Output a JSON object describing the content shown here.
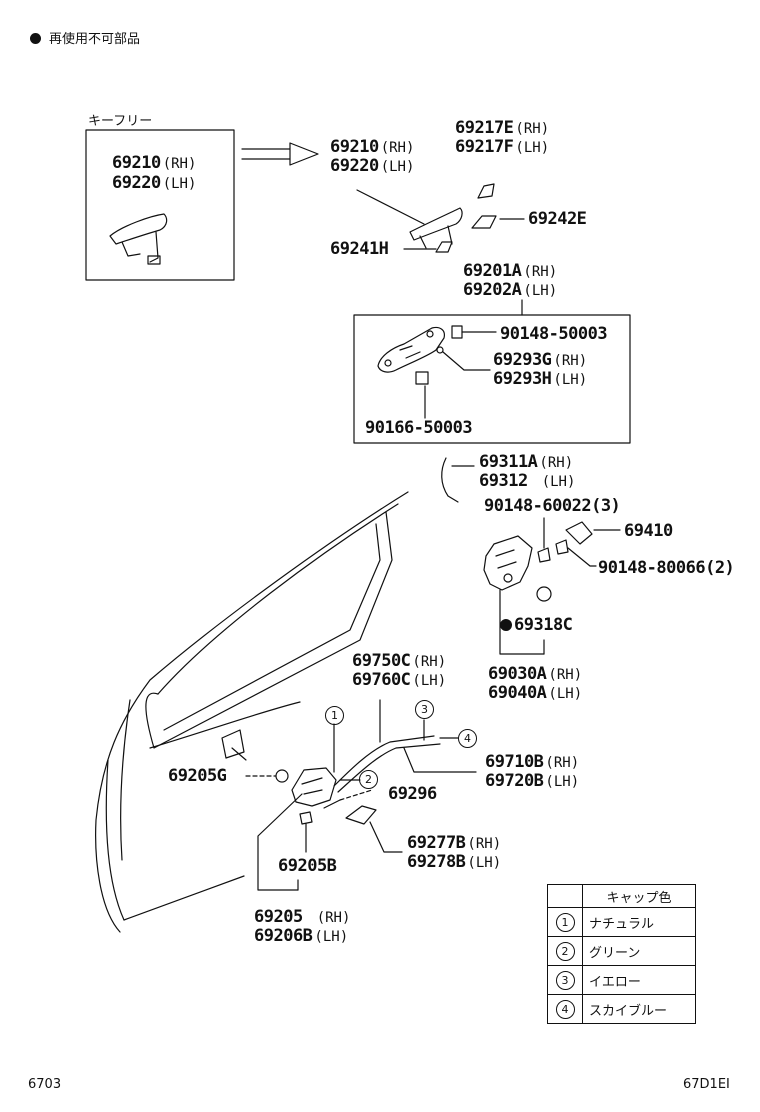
{
  "notice": "再使用不可部品",
  "keyfree_label": "キーフリー",
  "footer_left": "6703",
  "footer_right": "67D1EI",
  "parts": {
    "p69210_box": {
      "num": "69210",
      "side": "(RH)"
    },
    "p69220_box": {
      "num": "69220",
      "side": "(LH)"
    },
    "p69210": {
      "num": "69210",
      "side": "(RH)"
    },
    "p69220": {
      "num": "69220",
      "side": "(LH)"
    },
    "p69217E": {
      "num": "69217E",
      "side": "(RH)"
    },
    "p69217F": {
      "num": "69217F",
      "side": "(LH)"
    },
    "p69242E": {
      "num": "69242E",
      "side": ""
    },
    "p69241H": {
      "num": "69241H",
      "side": ""
    },
    "p69201A": {
      "num": "69201A",
      "side": "(RH)"
    },
    "p69202A": {
      "num": "69202A",
      "side": "(LH)"
    },
    "p90148_50003": {
      "num": "90148-50003",
      "side": ""
    },
    "p69293G": {
      "num": "69293G",
      "side": "(RH)"
    },
    "p69293H": {
      "num": "69293H",
      "side": "(LH)"
    },
    "p90166_50003": {
      "num": "90166-50003",
      "side": ""
    },
    "p69311A": {
      "num": "69311A",
      "side": "(RH)"
    },
    "p69312": {
      "num": "69312",
      "side": "(LH)"
    },
    "p90148_60022": {
      "num": "90148-60022(3)",
      "side": ""
    },
    "p69410": {
      "num": "69410",
      "side": ""
    },
    "p90148_80066": {
      "num": "90148-80066(2)",
      "side": ""
    },
    "p69318C": {
      "num": "69318C",
      "side": ""
    },
    "p69030A": {
      "num": "69030A",
      "side": "(RH)"
    },
    "p69040A": {
      "num": "69040A",
      "side": "(LH)"
    },
    "p69750C": {
      "num": "69750C",
      "side": "(RH)"
    },
    "p69760C": {
      "num": "69760C",
      "side": "(LH)"
    },
    "p69710B": {
      "num": "69710B",
      "side": "(RH)"
    },
    "p69720B": {
      "num": "69720B",
      "side": "(LH)"
    },
    "p69205G": {
      "num": "69205G",
      "side": ""
    },
    "p69296": {
      "num": "69296",
      "side": ""
    },
    "p69277B": {
      "num": "69277B",
      "side": "(RH)"
    },
    "p69278B": {
      "num": "69278B",
      "side": "(LH)"
    },
    "p69205B": {
      "num": "69205B",
      "side": ""
    },
    "p69205": {
      "num": "69205",
      "side": "(RH)"
    },
    "p69206B": {
      "num": "69206B",
      "side": "(LH)"
    }
  },
  "callouts": [
    "1",
    "2",
    "3",
    "4"
  ],
  "legend": {
    "header": "キャップ色",
    "rows": [
      {
        "code": "1",
        "name": "ナチュラル"
      },
      {
        "code": "2",
        "name": "グリーン"
      },
      {
        "code": "3",
        "name": "イエロー"
      },
      {
        "code": "4",
        "name": "スカイブルー"
      }
    ]
  }
}
